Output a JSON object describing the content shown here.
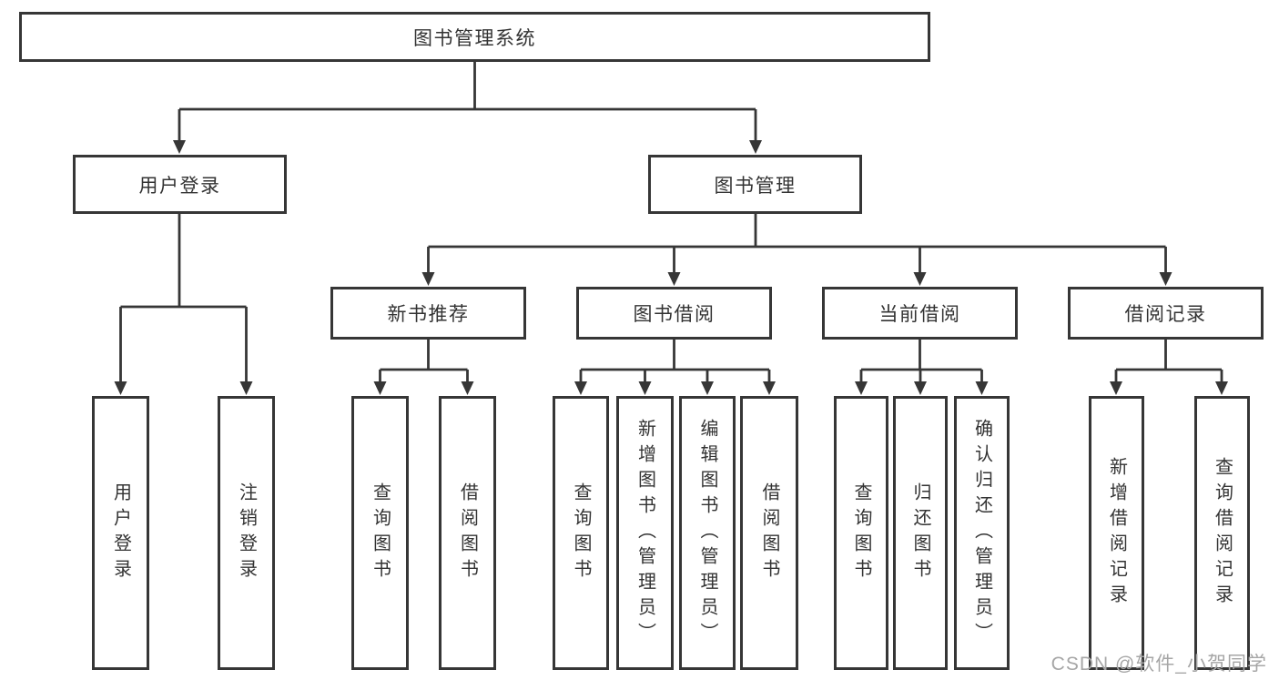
{
  "nodes": {
    "root": "图书管理系统",
    "level2": {
      "user_login": "用户登录",
      "book_management": "图书管理"
    },
    "level3": {
      "new_book_recommend": "新书推荐",
      "book_borrow": "图书借阅",
      "current_borrow": "当前借阅",
      "borrow_records": "借阅记录"
    },
    "leaves": {
      "user_login": "用户登录",
      "logout": "注销登录",
      "nb_query_books": "查询图书",
      "nb_borrow_books": "借阅图书",
      "bb_query_books": "查询图书",
      "bb_add_books_admin": "新增图书（管理员）",
      "bb_edit_books_admin": "编辑图书（管理员）",
      "bb_borrow_books": "借阅图书",
      "cb_query_books": "查询图书",
      "cb_return_books": "归还图书",
      "cb_confirm_return_admin": "确认归还（管理员）",
      "br_add_record": "新增借阅记录",
      "br_query_record": "查询借阅记录"
    }
  },
  "watermark": "CSDN @软件_小贺同学",
  "colors": {
    "background": "#ffffff",
    "box_border": "#363636",
    "line": "#363636",
    "text": "#333333",
    "watermark": "#a6a6a6"
  }
}
